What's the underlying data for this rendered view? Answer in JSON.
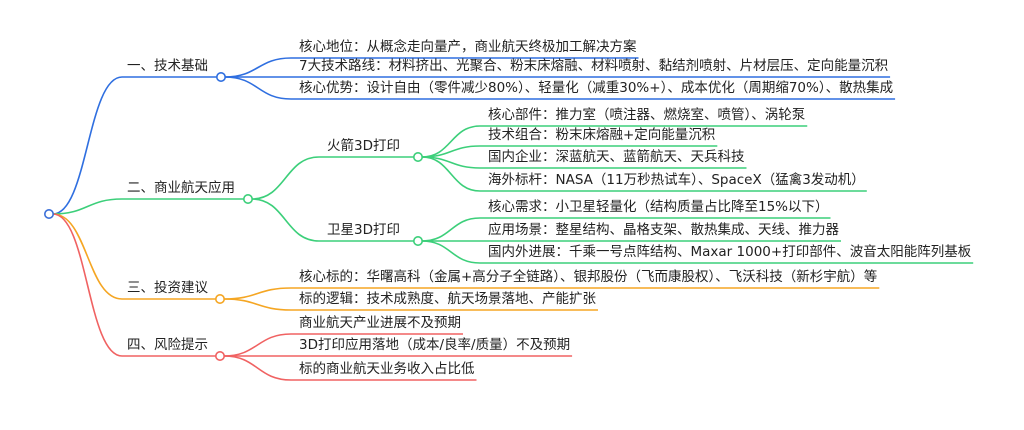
{
  "root": {
    "color": "#3b6fd8"
  },
  "branches": [
    {
      "label": "一、技术基础",
      "color": "#2f6fe0",
      "children": [
        {
          "label": "核心地位：从概念走向量产，商业航天终极加工解决方案"
        },
        {
          "label": "7大技术路线：材料挤出、光聚合、粉末床熔融、材料喷射、黏结剂喷射、片材层压、定向能量沉积"
        },
        {
          "label": "核心优势：设计自由（零件减少80%）、轻量化（减重30%+）、成本优化（周期缩70%）、散热集成"
        }
      ]
    },
    {
      "label": "二、商业航天应用",
      "color": "#3ccf7a",
      "children": [
        {
          "label": "火箭3D打印",
          "children": [
            {
              "label": "核心部件：推力室（喷注器、燃烧室、喷管）、涡轮泵"
            },
            {
              "label": "技术组合：粉末床熔融+定向能量沉积"
            },
            {
              "label": "国内企业：深蓝航天、蓝箭航天、天兵科技"
            },
            {
              "label": "海外标杆：NASA（11万秒热试车）、SpaceX（猛禽3发动机）"
            }
          ]
        },
        {
          "label": "卫星3D打印",
          "children": [
            {
              "label": "核心需求：小卫星轻量化（结构质量占比降至15%以下）"
            },
            {
              "label": "应用场景：整星结构、晶格支架、散热集成、天线、推力器"
            },
            {
              "label": "国内外进展：千乘一号点阵结构、Maxar 1000+打印部件、波音太阳能阵列基板"
            }
          ]
        }
      ]
    },
    {
      "label": "三、投资建议",
      "color": "#f5a623",
      "children": [
        {
          "label": "核心标的：华曙高科（金属+高分子全链路）、银邦股份（飞而康股权）、飞沃科技（新杉宇航）等"
        },
        {
          "label": "标的逻辑：技术成熟度、航天场景落地、产能扩张"
        }
      ]
    },
    {
      "label": "四、风险提示",
      "color": "#f06262",
      "children": [
        {
          "label": "商业航天产业进展不及预期"
        },
        {
          "label": "3D打印应用落地（成本/良率/质量）不及预期"
        },
        {
          "label": "标的商业航天业务收入占比低"
        }
      ]
    }
  ]
}
